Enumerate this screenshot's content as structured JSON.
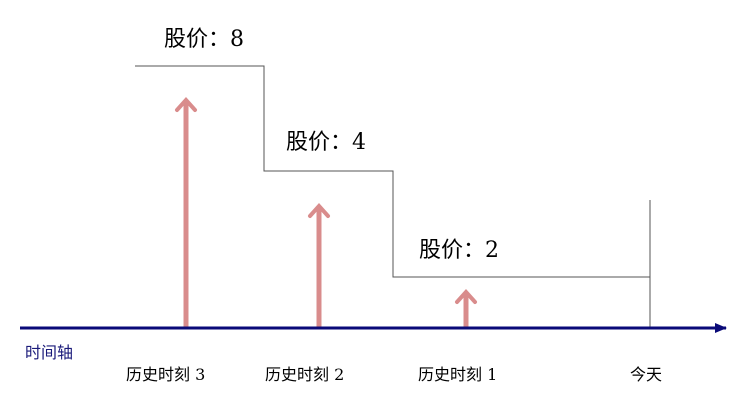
{
  "axis": {
    "label": "时间轴",
    "color": "#0a0a78"
  },
  "price_labels": [
    {
      "text": "股价：8"
    },
    {
      "text": "股价：4"
    },
    {
      "text": "股价：2"
    }
  ],
  "time_labels": [
    {
      "text": "历史时刻 3"
    },
    {
      "text": "历史时刻 2"
    },
    {
      "text": "历史时刻 1"
    },
    {
      "text": "今天"
    }
  ],
  "colors": {
    "arrow": "#d98c8c",
    "step_line": "#555555"
  }
}
